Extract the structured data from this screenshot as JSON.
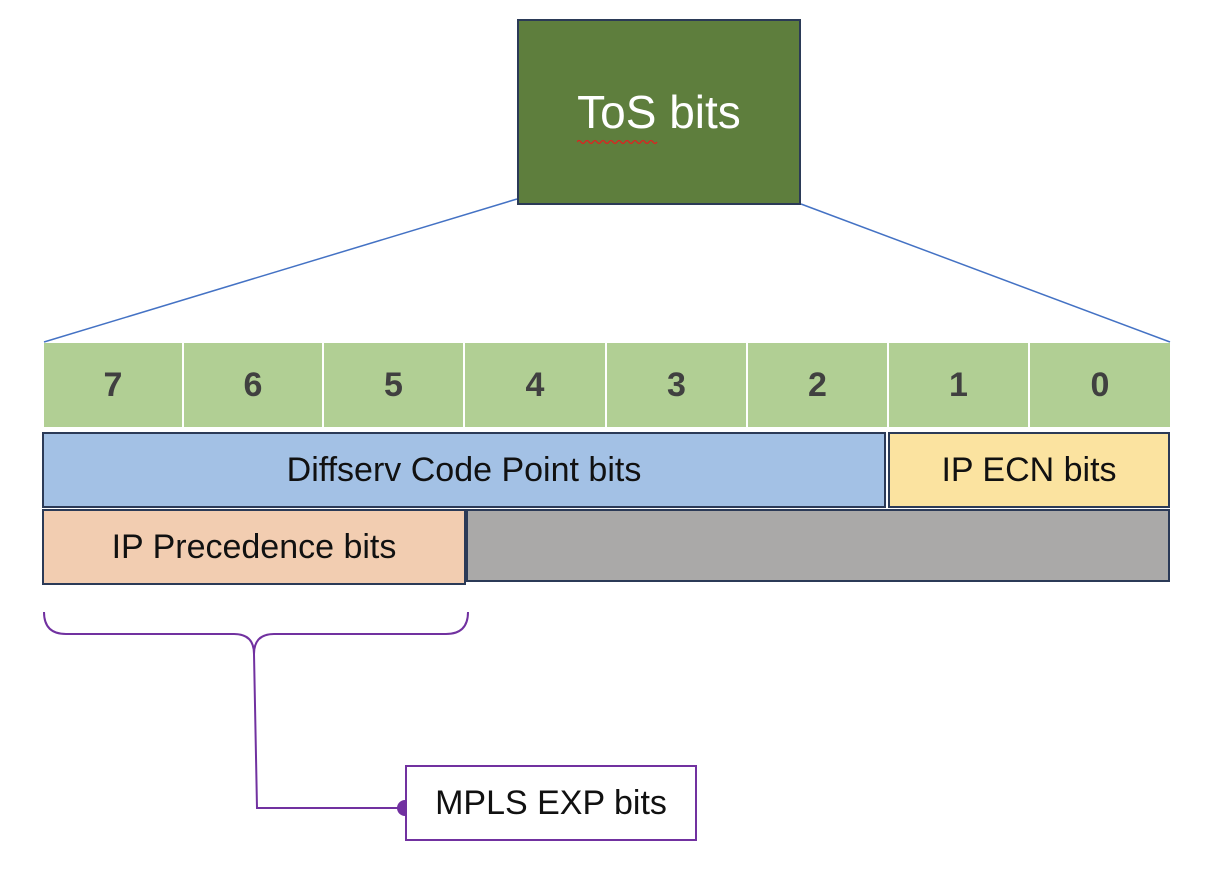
{
  "tos": {
    "label": "ToS bits"
  },
  "bits": [
    "7",
    "6",
    "5",
    "4",
    "3",
    "2",
    "1",
    "0"
  ],
  "dscp": {
    "label": "Diffserv Code Point bits"
  },
  "ecn": {
    "label": "IP ECN bits"
  },
  "precedence": {
    "label": "IP Precedence bits"
  },
  "mpls": {
    "label": "MPLS EXP bits"
  },
  "colors": {
    "tos_fill": "#5e7e3d",
    "bit_fill": "#b1cf94",
    "dscp_fill": "#a3c1e5",
    "ecn_fill": "#fbe3a0",
    "precedence_fill": "#f2cdb1",
    "unused_fill": "#aaa9a8",
    "connector_blue": "#4472c4",
    "bracket_purple": "#7131a0"
  }
}
